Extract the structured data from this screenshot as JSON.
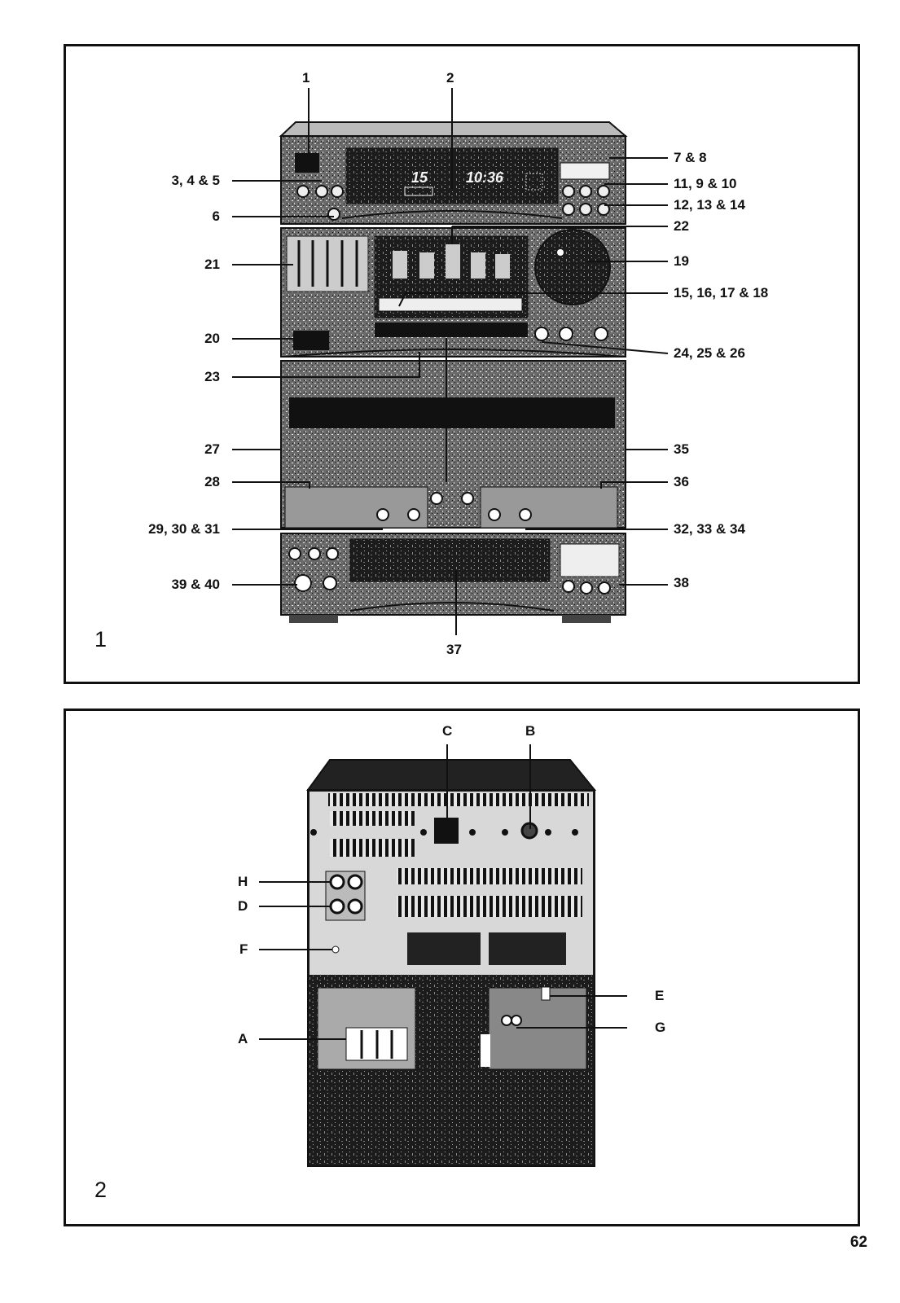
{
  "figure1": {
    "number": "1",
    "labels": {
      "l1": "1",
      "l2": "2",
      "l78": "7 & 8",
      "l345": "3, 4 & 5",
      "l11910": "11, 9 & 10",
      "l121314": "12, 13 & 14",
      "l6": "6",
      "l22": "22",
      "l21": "21",
      "l19": "19",
      "l15161718": "15, 16, 17 & 18",
      "l20": "20",
      "l242526": "24, 25 & 26",
      "l23": "23",
      "l27": "27",
      "l35": "35",
      "l28": "28",
      "l36": "36",
      "l293031": "29, 30 & 31",
      "l323334": "32, 33 & 34",
      "l3940": "39 & 40",
      "l38": "38",
      "l37": "37"
    },
    "display": {
      "track": "15",
      "time": "10:36"
    }
  },
  "figure2": {
    "number": "2",
    "labels": {
      "C": "C",
      "B": "B",
      "H": "H",
      "D": "D",
      "F": "F",
      "E": "E",
      "A": "A",
      "G": "G"
    }
  },
  "page_number": "62"
}
